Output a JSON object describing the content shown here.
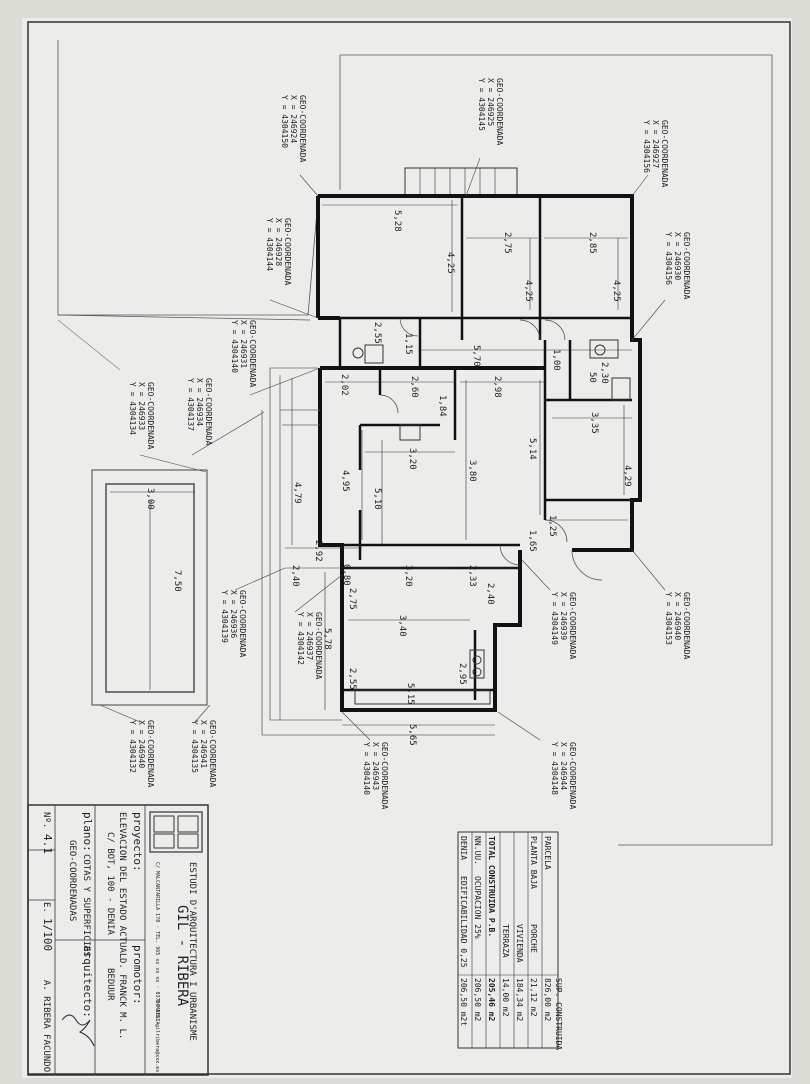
{
  "geo": [
    {
      "label": "GEO-COORDENADA",
      "x": "X = 246924",
      "y": "Y = 4304150"
    },
    {
      "label": "GEO-COORDENADA",
      "x": "X = 246925",
      "y": "Y = 4304145"
    },
    {
      "label": "GEO-COORDENADA",
      "x": "X = 246927",
      "y": "Y = 4304156"
    },
    {
      "label": "GEO-COORDENADA",
      "x": "X = 246928",
      "y": "Y = 4304144"
    },
    {
      "label": "GEO-COORDENADA",
      "x": "X = 246930",
      "y": "Y = 4304156"
    },
    {
      "label": "GEO-COORDENADA",
      "x": "X = 246931",
      "y": "Y = 4304140"
    },
    {
      "label": "GEO-COORDENADA",
      "x": "X = 246933",
      "y": "Y = 4304134"
    },
    {
      "label": "GEO-COORDENADA",
      "x": "X = 246934",
      "y": "Y = 4304137"
    },
    {
      "label": "GEO-COORDENADA",
      "x": "X = 246936",
      "y": "Y = 4304139"
    },
    {
      "label": "GEO-COORDENADA",
      "x": "X = 246937",
      "y": "Y = 4304142"
    },
    {
      "label": "GEO-COORDENADA",
      "x": "X = 246939",
      "y": "Y = 4304149"
    },
    {
      "label": "GEO-COORDENADA",
      "x": "X = 246940",
      "y": "Y = 4304153"
    },
    {
      "label": "GEO-COORDENADA",
      "x": "X = 246940",
      "y": "Y = 4304132"
    },
    {
      "label": "GEO-COORDENADA",
      "x": "X = 246941",
      "y": "Y = 4304135"
    },
    {
      "label": "GEO-COORDENADA",
      "x": "X = 246943",
      "y": "Y = 4304140"
    },
    {
      "label": "GEO-COORDENADA",
      "x": "X = 246944",
      "y": "Y = 4304148"
    }
  ],
  "dims": [
    "5,28",
    "4,25",
    "2,75",
    "2,85",
    "4,25",
    "4,25",
    "2,55",
    "1,15",
    "5,70",
    "1,00",
    "2,30",
    "50",
    "2,02",
    "2,60",
    "2,98",
    "1,84",
    "3,35",
    "3,20",
    "4,95",
    "5,10",
    "3,80",
    "5,14",
    "4,29",
    "4,79",
    "1,25",
    "1,65",
    "2,92",
    "3,00",
    "7,50",
    "2,40",
    "0,80",
    "3,20",
    "2,33",
    "2,75",
    "2,40",
    "3,40",
    "5,78",
    "2,95",
    "2,55",
    "5,15",
    "5,65"
  ],
  "title_block": {
    "studio": "ESTUDI D'ARQUITECTURA I URBANISME",
    "brand": "GIL - RIBERA",
    "address": "C/ MALCANTARILLA 170 · TEL. 965 xx xx xx · 03700 DENIA",
    "email": "E-MAIL: gilribera@xxx.es",
    "proyecto_label": "proyecto:",
    "proyecto": "ELEVACION DEL ESTADO ACTUAL",
    "proyecto_addr": "C/ BOT, 100 - DENIA",
    "promotor_label": "promotor:",
    "promotor": "D. FRANCK M. L.",
    "promotor2": "BEDUUR",
    "plano_label": "plano:",
    "plano": "COTAS Y SUPERFICIES",
    "plano2": "GEO-COORDENADAS",
    "arquitecto_label": "arquitecto:",
    "arquitecto": "A. RIBERA FACUNDO",
    "no_label": "Nº.",
    "no": "4.1",
    "scale_label": "E.",
    "scale": "1/100"
  },
  "table": {
    "col_head": "SUP. CONSTRUIDA",
    "rows": [
      {
        "k": "PARCELA",
        "v": "826,00 m2"
      },
      {
        "k": "PLANTA BAJA",
        "sub": "PORCHE",
        "v": "21,12 m2"
      },
      {
        "k": "",
        "sub": "VIVIENDA",
        "v": "184,34 m2"
      },
      {
        "k": "",
        "sub": "TERRAZA",
        "v": "14,00 m2"
      },
      {
        "k": "TOTAL CONSTRUIDA P.B.",
        "sub": "",
        "v": "205,46 m2"
      },
      {
        "k": "NN.UU.",
        "sub": "OCUPACION 25%",
        "v": "206,50 m2"
      },
      {
        "k": "DENIA",
        "sub": "EDIFICABILIDAD 0,25",
        "v": "206,50 m2t"
      }
    ]
  }
}
